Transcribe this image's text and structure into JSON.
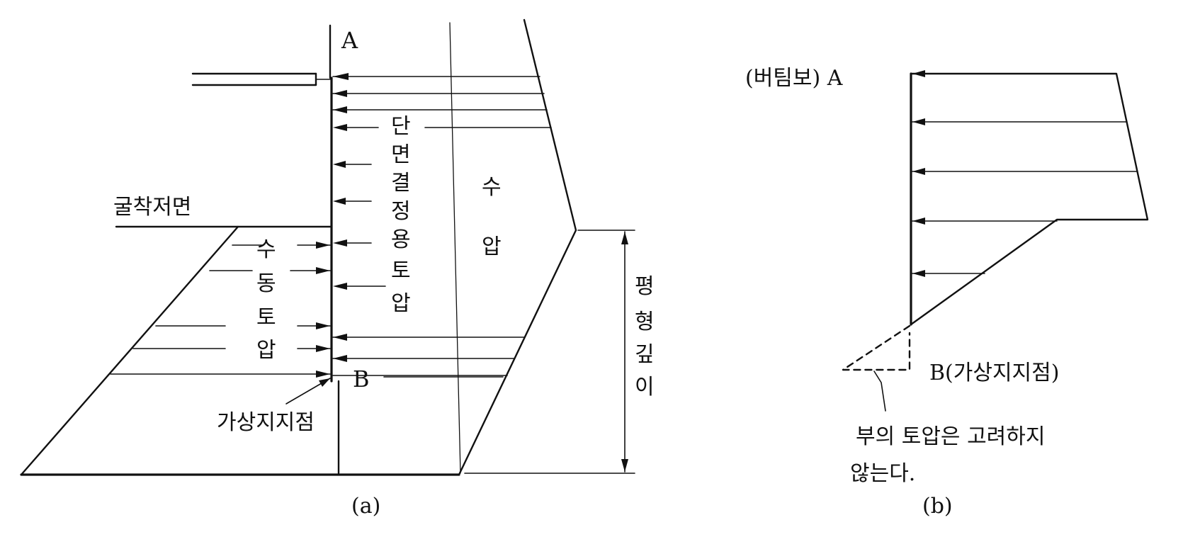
{
  "panel_a": {
    "label_a": "A",
    "label_b": "B",
    "excavation_base": "굴착저면",
    "design_pressure_chars": [
      "단",
      "면",
      "결",
      "정",
      "용",
      "토",
      "압"
    ],
    "water_pressure_chars": [
      "수",
      "압"
    ],
    "passive_pressure_chars": [
      "수",
      "동",
      "토",
      "압"
    ],
    "virtual_support": "가상지지점",
    "equilibrium_depth_chars": [
      "평",
      "형",
      "깊",
      "이"
    ],
    "caption": "(a)"
  },
  "panel_b": {
    "strut_label": "(버팀보) A",
    "support_label": "B(가상지지점)",
    "note_line1": "부의 토압은 고려하지",
    "note_line2": "않는다.",
    "caption": "(b)"
  }
}
